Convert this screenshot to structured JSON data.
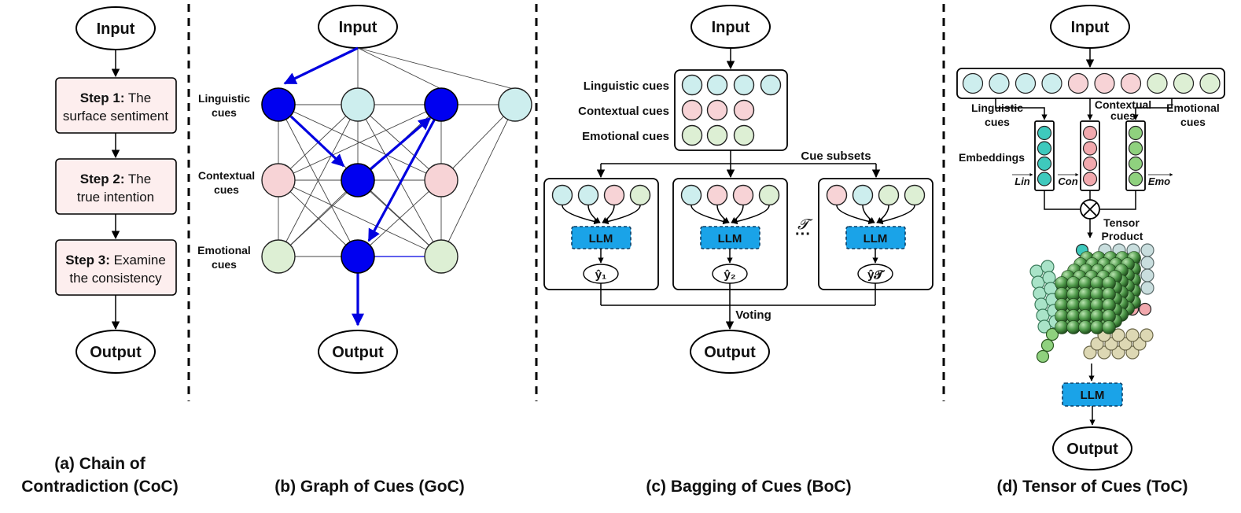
{
  "panels": {
    "a": {
      "caption_line1": "(a) Chain of",
      "caption_line2": "Contradiction (CoC)",
      "input": "Input",
      "output": "Output",
      "steps": [
        {
          "bold": "Step 1:",
          "rest": " The",
          "line2": "surface sentiment"
        },
        {
          "bold": "Step 2:",
          "rest": " The",
          "line2": "true intention"
        },
        {
          "bold": "Step 3:",
          "rest": " Examine",
          "line2": "the consistency"
        }
      ]
    },
    "b": {
      "caption": "(b) Graph of Cues (GoC)",
      "input": "Input",
      "output": "Output",
      "row_labels": [
        {
          "line1": "Linguistic",
          "line2": "cues"
        },
        {
          "line1": "Contextual",
          "line2": "cues"
        },
        {
          "line1": "Emotional",
          "line2": "cues"
        }
      ]
    },
    "c": {
      "caption": "(c) Bagging of Cues (BoC)",
      "input": "Input",
      "output": "Output",
      "cue_labels": [
        "Linguistic cues",
        "Contextual cues",
        "Emotional cues"
      ],
      "subsets_label": "Cue subsets",
      "voting_label": "Voting",
      "llm_label": "LLM",
      "ellipsis": "···",
      "t_symbol": "𝓣",
      "outputs": [
        "ŷ₁",
        "ŷ₂",
        "ŷ𝓣"
      ]
    },
    "d": {
      "caption": "(d) Tensor of Cues (ToC)",
      "input": "Input",
      "output": "Output",
      "cue_labels": [
        {
          "line1": "Linguistic",
          "line2": "cues"
        },
        {
          "line1": "Contextual",
          "line2": "cues"
        },
        {
          "line1": "Emotional",
          "line2": "cues"
        }
      ],
      "embeddings_label": "Embeddings",
      "vec_labels": [
        "Lin",
        "Con",
        "Emo"
      ],
      "tensor_line1": "Tensor",
      "tensor_line2": "Product",
      "llm_label": "LLM"
    }
  },
  "colors": {
    "linguistic": "#cdeeee",
    "contextual": "#f7d3d6",
    "emotional": "#ddefd4",
    "highlight": "#0000f0",
    "llm": "#1aa3e8",
    "step_box": "#fdeeee"
  }
}
